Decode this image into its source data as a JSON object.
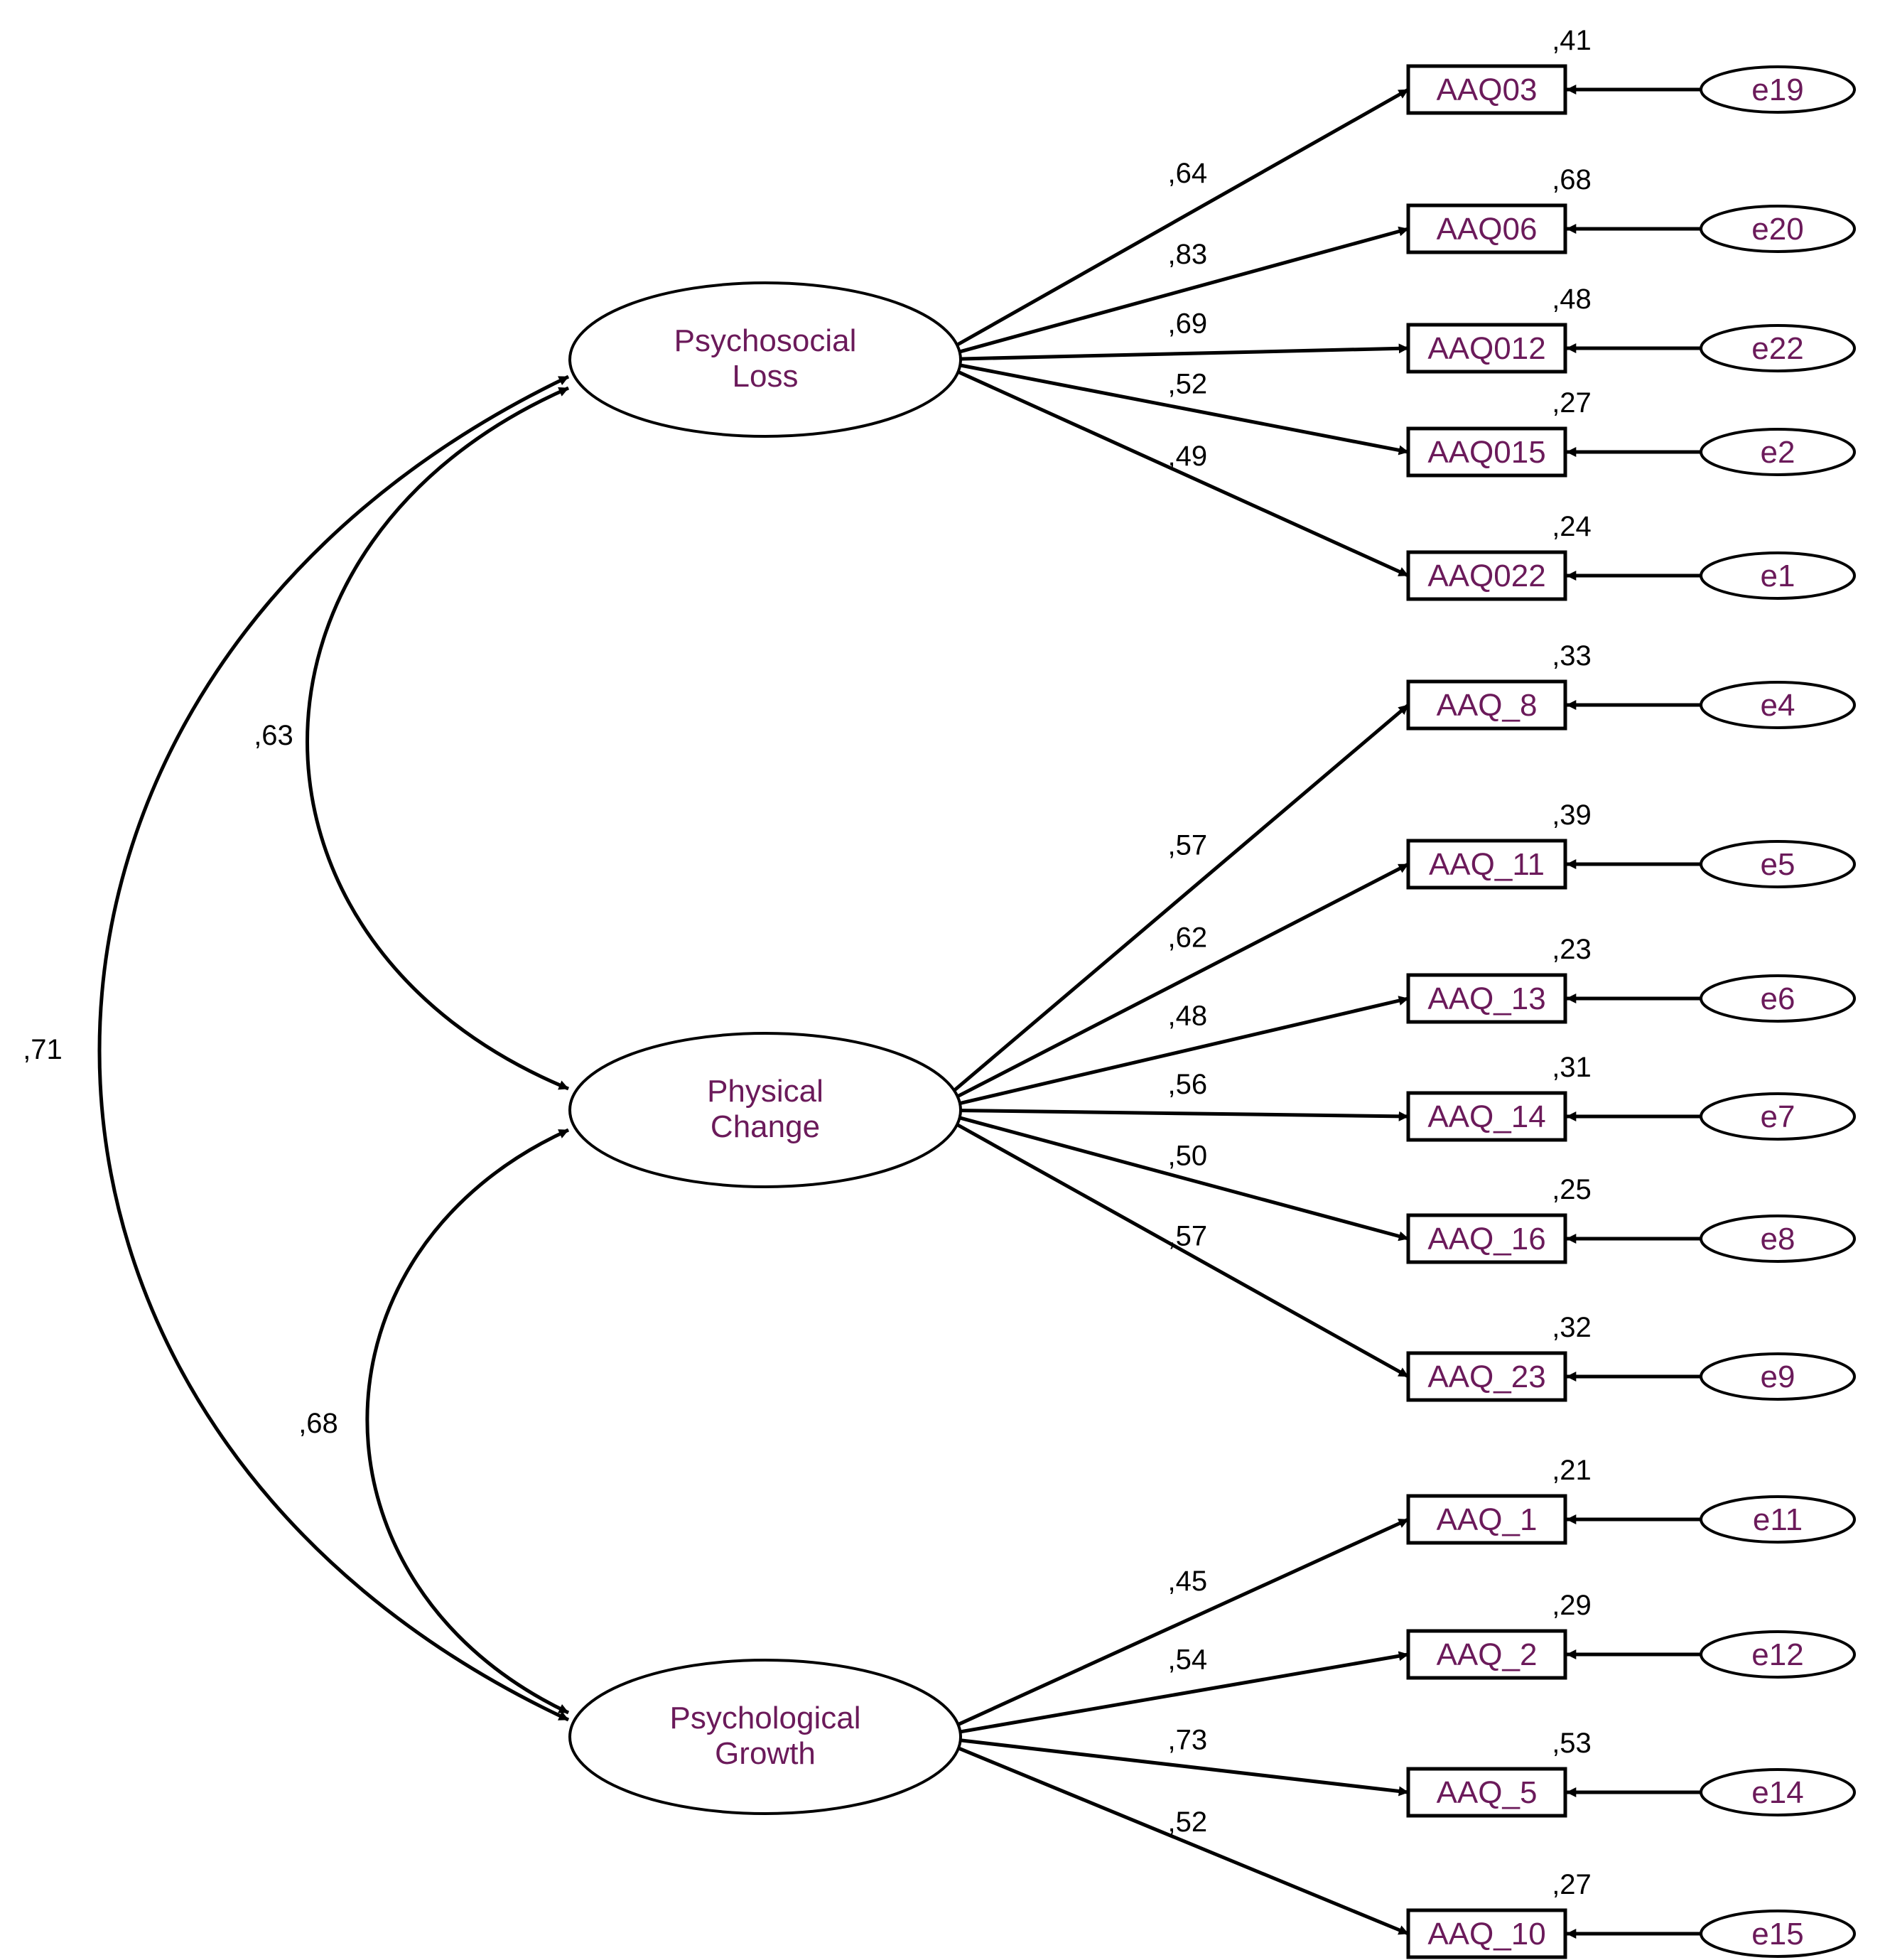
{
  "latents": [
    {
      "id": "PL",
      "lines": [
        "Psychosocial",
        "Loss"
      ]
    },
    {
      "id": "PC",
      "lines": [
        "Physical",
        "Change"
      ]
    },
    {
      "id": "PG",
      "lines": [
        "Psychological",
        "Growth"
      ]
    }
  ],
  "indicators": [
    {
      "name": "AAQ03",
      "r2": ",41",
      "loading": ",64",
      "error": "e19",
      "factor": "PL"
    },
    {
      "name": "AAQ06",
      "r2": ",68",
      "loading": ",83",
      "error": "e20",
      "factor": "PL"
    },
    {
      "name": "AAQ012",
      "r2": ",48",
      "loading": ",69",
      "error": "e22",
      "factor": "PL"
    },
    {
      "name": "AAQ015",
      "r2": ",27",
      "loading": ",52",
      "error": "e2",
      "factor": "PL"
    },
    {
      "name": "AAQ022",
      "r2": ",24",
      "loading": ",49",
      "error": "e1",
      "factor": "PL"
    },
    {
      "name": "AAQ_8",
      "r2": ",33",
      "loading": ",57",
      "error": "e4",
      "factor": "PC"
    },
    {
      "name": "AAQ_11",
      "r2": ",39",
      "loading": ",62",
      "error": "e5",
      "factor": "PC"
    },
    {
      "name": "AAQ_13",
      "r2": ",23",
      "loading": ",48",
      "error": "e6",
      "factor": "PC"
    },
    {
      "name": "AAQ_14",
      "r2": ",31",
      "loading": ",56",
      "error": "e7",
      "factor": "PC"
    },
    {
      "name": "AAQ_16",
      "r2": ",25",
      "loading": ",50",
      "error": "e8",
      "factor": "PC"
    },
    {
      "name": "AAQ_23",
      "r2": ",32",
      "loading": ",57",
      "error": "e9",
      "factor": "PC"
    },
    {
      "name": "AAQ_1",
      "r2": ",21",
      "loading": ",45",
      "error": "e11",
      "factor": "PG"
    },
    {
      "name": "AAQ_2",
      "r2": ",29",
      "loading": ",54",
      "error": "e12",
      "factor": "PG"
    },
    {
      "name": "AAQ_5",
      "r2": ",53",
      "loading": ",73",
      "error": "e14",
      "factor": "PG"
    },
    {
      "name": "AAQ_10",
      "r2": ",27",
      "loading": ",52",
      "error": "e15",
      "factor": "PG"
    }
  ],
  "covariances": [
    {
      "from": "PL",
      "to": "PC",
      "value": ",63"
    },
    {
      "from": "PC",
      "to": "PG",
      "value": ",68"
    },
    {
      "from": "PL",
      "to": "PG",
      "value": ",71"
    }
  ],
  "colors": {
    "text": "#6b1a5a",
    "line": "#000000"
  }
}
